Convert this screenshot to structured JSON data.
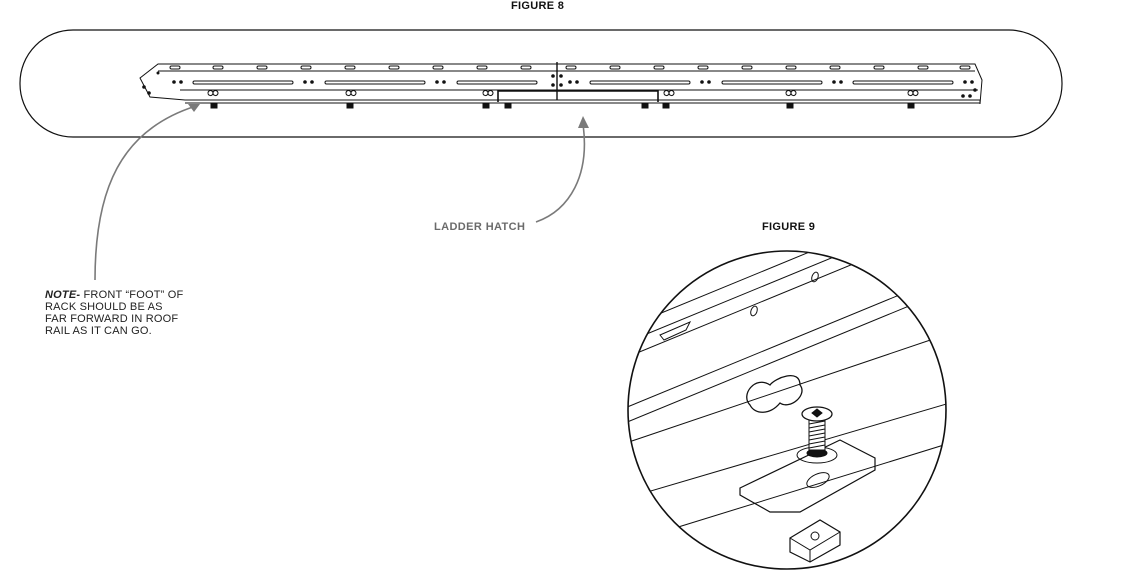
{
  "figure8": {
    "title": "FIGURE 8",
    "callout_label": "LADDER HATCH",
    "note": {
      "heading": "NOTE-",
      "lines": [
        "FRONT “FOOT” OF",
        "RACK SHOULD BE AS",
        "FAR FORWARD IN ROOF",
        "RAIL AS IT CAN GO."
      ]
    }
  },
  "figure9": {
    "title": "FIGURE 9"
  },
  "colors": {
    "line": "#111111",
    "arrow": "#7a7a7a",
    "label_gray": "#6b6b6b"
  }
}
